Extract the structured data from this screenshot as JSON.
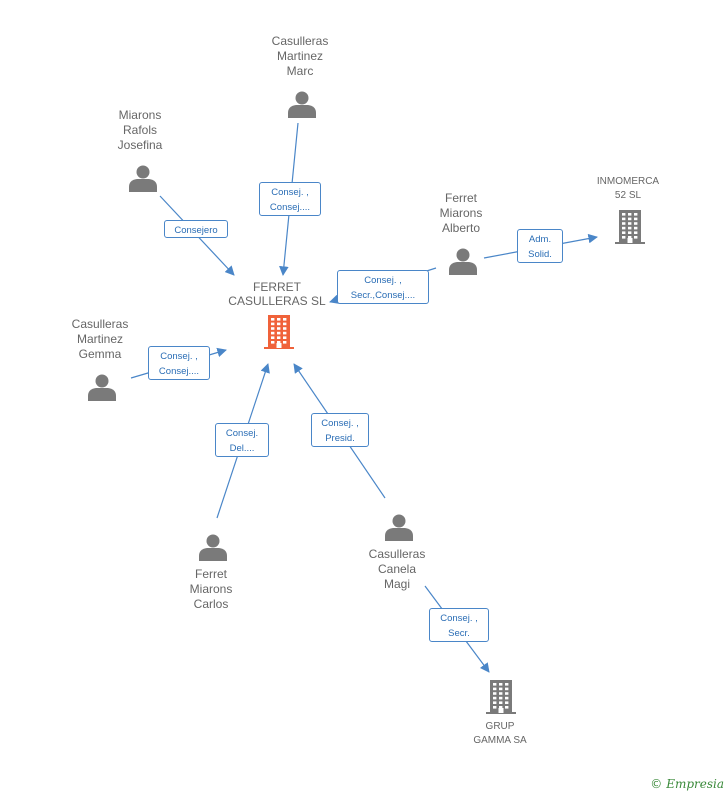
{
  "colors": {
    "edge": "#4a86c8",
    "person": "#7a7a7a",
    "company": "#7a7a7a",
    "main_company": "#f0623a"
  },
  "main_company": {
    "label": "FERRET\nCASULLERAS SL",
    "icon": "building-icon"
  },
  "persons": [
    {
      "id": "marc",
      "label": "Casulleras\nMartinez\nMarc",
      "icon": "person-icon"
    },
    {
      "id": "josefina",
      "label": "Miarons\nRafols\nJosefina",
      "icon": "person-icon"
    },
    {
      "id": "alberto",
      "label": "Ferret\nMiarons\nAlberto",
      "icon": "person-icon"
    },
    {
      "id": "gemma",
      "label": "Casulleras\nMartinez\nGemma",
      "icon": "person-icon"
    },
    {
      "id": "carlos",
      "label": "Ferret\nMiarons\nCarlos",
      "icon": "person-icon"
    },
    {
      "id": "magi",
      "label": "Casulleras\nCanela\nMagi",
      "icon": "person-icon"
    }
  ],
  "companies": [
    {
      "id": "inmomerca",
      "label": "INMOMERCA\n52 SL",
      "icon": "building-icon"
    },
    {
      "id": "grup",
      "label": "GRUP\nGAMMA SA",
      "icon": "building-icon"
    }
  ],
  "edges": [
    {
      "from": "marc",
      "to": "main",
      "label": "Consej. ,\nConsej...."
    },
    {
      "from": "josefina",
      "to": "main",
      "label": "Consejero"
    },
    {
      "from": "alberto",
      "to": "main",
      "label": "Consej. ,\nSecr.,Consej...."
    },
    {
      "from": "alberto",
      "to": "inmomerca",
      "label": "Adm.\nSolid."
    },
    {
      "from": "gemma",
      "to": "main",
      "label": "Consej. ,\nConsej...."
    },
    {
      "from": "carlos",
      "to": "main",
      "label": "Consej.\nDel...."
    },
    {
      "from": "magi",
      "to": "main",
      "label": "Consej. ,\nPresid."
    },
    {
      "from": "magi",
      "to": "grup",
      "label": "Consej. ,\nSecr."
    }
  ],
  "brand": {
    "copyright": "©",
    "name": "Empresia"
  }
}
